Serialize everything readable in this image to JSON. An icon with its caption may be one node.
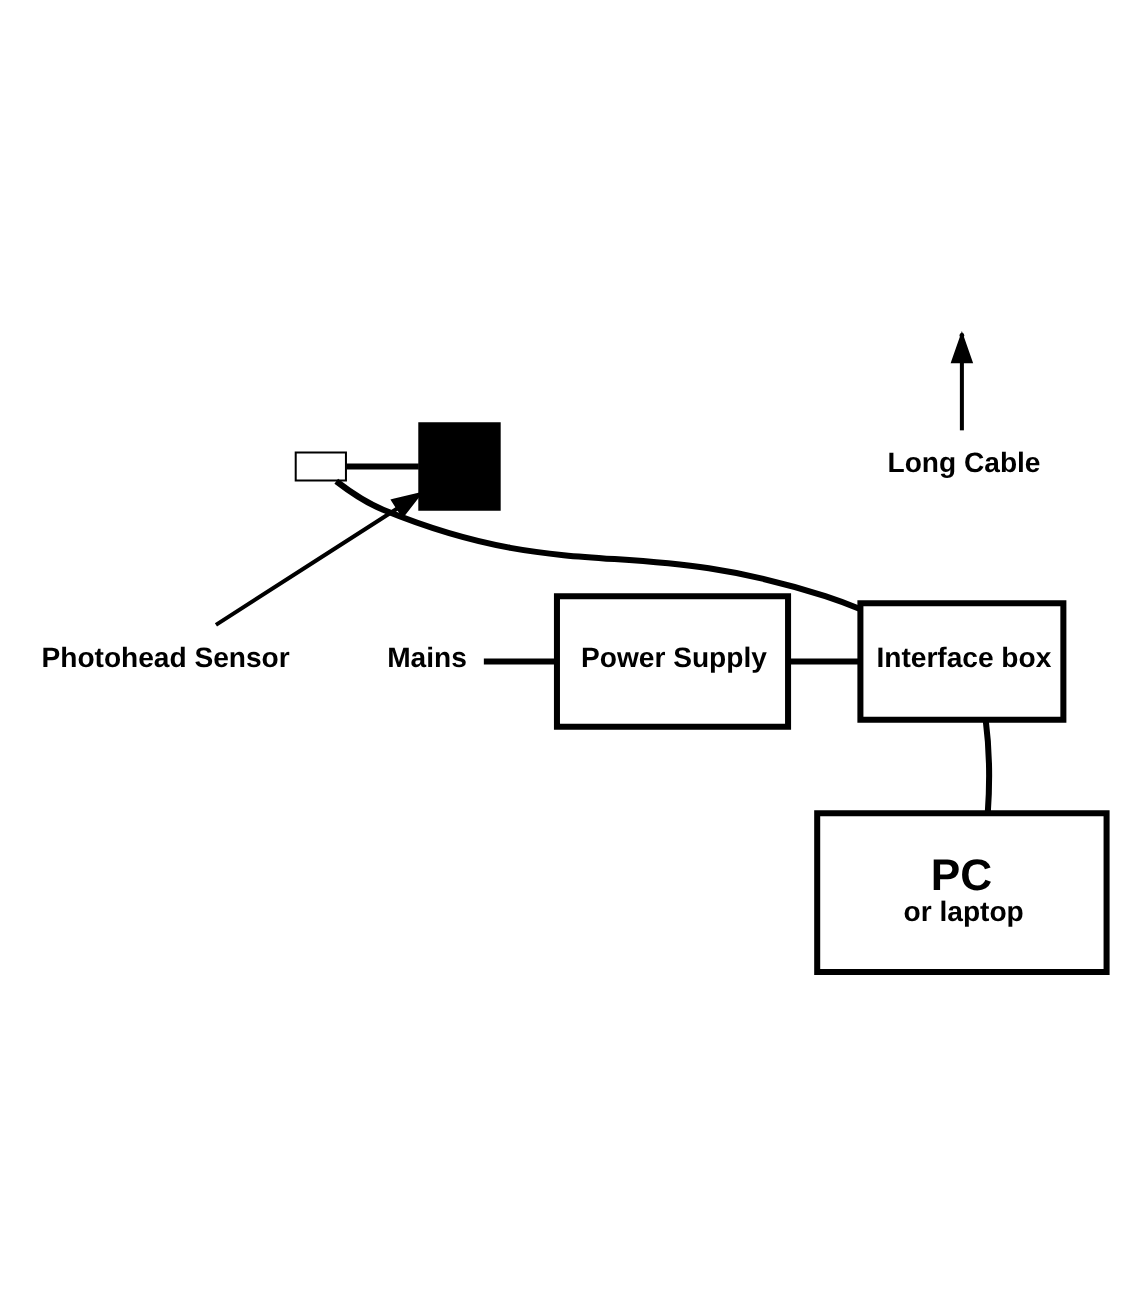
{
  "diagram": {
    "nodes": [
      {
        "text": [
          "Power Supply"
        ]
      },
      {
        "text": [
          "Interface box"
        ]
      },
      {
        "text": [
          "PC",
          "or laptop"
        ]
      },
      {
        "text": [
          "Mains"
        ]
      },
      {
        "text": [],
        "shape": "box"
      },
      {
        "text": [],
        "shape": "box"
      },
      {
        "text": [
          "Photohead Sensor"
        ]
      },
      {
        "text": [
          "Long Cable"
        ]
      }
    ],
    "edges": [
      {
        "from": 3,
        "to": 0,
        "arrow": "none"
      },
      {
        "from": 0,
        "to": 1,
        "arrow": "none"
      },
      {
        "from": 1,
        "to": 2,
        "arrow": "none"
      },
      {
        "from": 1,
        "to": 4,
        "arrow": "none"
      },
      {
        "from": 4,
        "to": 5,
        "arrow": "none"
      },
      {
        "from": 6,
        "to": 5,
        "arrow": "to"
      },
      {
        "from": 7,
        "to": null,
        "arrow": "to"
      }
    ]
  }
}
